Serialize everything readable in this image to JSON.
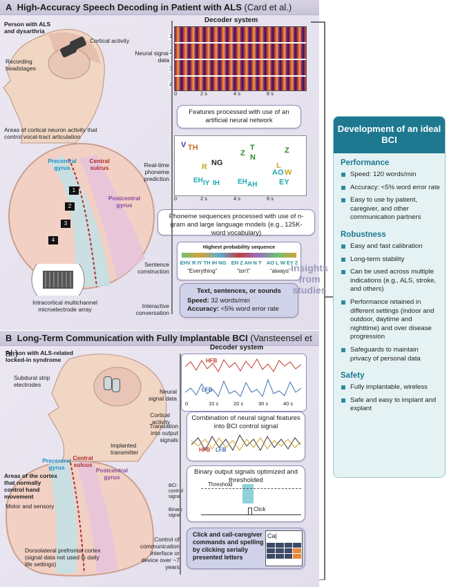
{
  "panelA": {
    "letter": "A",
    "title": "High-Accuracy Speech Decoding in Patient with ALS",
    "citation": "(Card et al.)",
    "person_label": "Person with ALS and dysarthria",
    "cortical_activity": "Cortical activity",
    "recording_headstages": "Recording headstages",
    "areas_label": "Areas of cortical neuron activity that control vocal-tract articulation",
    "precentral": "Precentral gyrus",
    "central": "Central sulcus",
    "postcentral": "Postcentral gyrus",
    "array_label": "Intracortical multichannel microelectrode array",
    "decoder_title": "Decoder system",
    "neural_signal": "Neural signal data",
    "realtime": "Real-time phoneme prediction",
    "sentence": "Sentence construction",
    "interactive": "Interactive conversation",
    "box_features": "Features processed with use of an artificial neural network",
    "box_phoneme": "Phoneme sequences processed with use of n-gram and large language models (e.g., 125K-word vocabulary)",
    "highest_prob": "Highest probability sequence",
    "word1": "“Everything”",
    "word2": "“isn’t”",
    "word3": "“always”",
    "seq1": "EHV R IY TH IH NG",
    "seq2": "EH Z AH N T",
    "seq3": "AO L W EY Z",
    "output_title": "Text, sentences, or sounds",
    "speed_label": "Speed:",
    "speed_value": "32 words/min",
    "accuracy_label": "Accuracy:",
    "accuracy_value": "<5% word error rate",
    "channels": [
      "1",
      "2",
      "3",
      "4"
    ],
    "electrode_numbers": [
      "1",
      "2",
      "3",
      "4"
    ],
    "time_ticks": [
      "0",
      "2 s",
      "4 s",
      "6 s"
    ],
    "phonemes": [
      "V",
      "TH",
      "Z",
      "T",
      "N",
      "Z",
      "NG",
      "R",
      "L",
      "AO",
      "W",
      "EY",
      "EH",
      "IY",
      "IH",
      "EH",
      "AH"
    ]
  },
  "insights": "Insights from studies",
  "panelB": {
    "letter": "B",
    "title": "Long-Term Communication with Fully Implantable BCI",
    "citation": "(Vansteensel et al.)",
    "person_label": "Person with ALS-related locked-in syndrome",
    "subdural": "Subdural strip electrodes",
    "cortical_activity": "Cortical activity",
    "implanted": "Implanted transmitter",
    "precentral": "Precentral gyrus",
    "central": "Central sulcus",
    "postcentral": "Postcentral gyrus",
    "areas_label": "Areas of the cortex that normally control hand movement",
    "motor": "Motor and sensory",
    "dlpfc": "Dorsolateral prefrontal cortex (signal data not used in daily life settings)",
    "decoder_title": "Decoder system",
    "neural_signal": "Neural signal data",
    "translation": "Translation into output signals",
    "control": "Control of communication interface or device over ~7 years",
    "hfb": "HFB",
    "lfb": "LFB",
    "time_ticks": [
      "0",
      "10 s",
      "20 s",
      "30 s",
      "40 s"
    ],
    "box_combination": "Combination of neural signal features into BCI control signal",
    "box_binary": "Binary output signals optimized and thresholded",
    "bci_control": "BCI control signal",
    "threshold": "Threshold",
    "binary_signal": "Binary signal",
    "click": "Click",
    "final_box": "Click and call-caregiver commands and spelling by clicking serially presented letters",
    "screen_text": "Ca|"
  },
  "side": {
    "title": "Development of an ideal BCI",
    "sections": [
      {
        "name": "Performance",
        "items": [
          "Speed: 120 words/min",
          "Accuracy: <5% word error rate",
          "Easy to use by patient, caregiver, and other communication partners"
        ]
      },
      {
        "name": "Robustness",
        "items": [
          "Easy and fast calibration",
          "Long-term stability",
          "Can be used across multiple indications (e.g., ALS, stroke, and others)",
          "Performance retained in different settings (indoor and outdoor, daytime and nighttime) and over disease progression",
          "Safeguards to maintain privacy of personal data"
        ]
      },
      {
        "name": "Safety",
        "items": [
          "Fully implantable, wireless",
          "Safe and easy to implant and explant"
        ]
      }
    ]
  },
  "colors": {
    "teal": "#1e7890",
    "header": "#d0cbe0",
    "box_border": "#8f8db5"
  }
}
